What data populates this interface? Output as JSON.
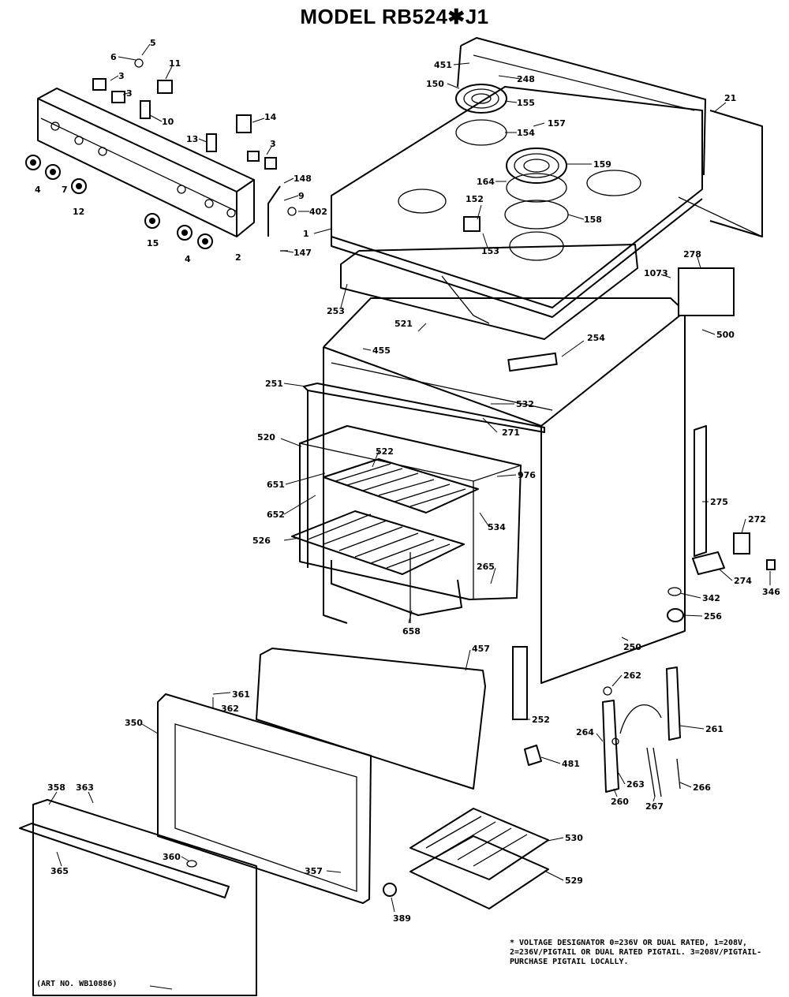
{
  "title": "MODEL RB524✱J1",
  "note": "* VOLTAGE DESIGNATOR 0=236V OR DUAL RATED, 1=208V, 2=236V/PIGTAIL OR DUAL RATED PIGTAIL. 3=208V/PIGTAIL-PURCHASE PIGTAIL LOCALLY.",
  "art_no": "(ART NO. WB10886)",
  "labels": {
    "l5": "5",
    "l6": "6",
    "l3a": "3",
    "l11": "11",
    "l3b": "3",
    "l10": "10",
    "l14": "14",
    "l13": "13",
    "l3c": "3",
    "l148": "148",
    "l9": "9",
    "l402": "402",
    "l4a": "4",
    "l7": "7",
    "l12": "12",
    "l15": "15",
    "l4b": "4",
    "l2": "2",
    "l147": "147",
    "l1": "1",
    "l451": "451",
    "l248": "248",
    "l150": "150",
    "l155": "155",
    "l154": "154",
    "l157": "157",
    "l159": "159",
    "l164": "164",
    "l152": "152",
    "l153": "153",
    "l158": "158",
    "l21": "21",
    "l253": "253",
    "l278": "278",
    "l1073": "1073",
    "l521": "521",
    "l455": "455",
    "l254": "254",
    "l500": "500",
    "l251": "251",
    "l532": "532",
    "l271": "271",
    "l520": "520",
    "l522": "522",
    "l976": "976",
    "l651": "651",
    "l652": "652",
    "l534": "534",
    "l526": "526",
    "l275": "275",
    "l272": "272",
    "l265": "265",
    "l274": "274",
    "l346": "346",
    "l342": "342",
    "l256": "256",
    "l658": "658",
    "l457": "457",
    "l250": "250",
    "l262": "262",
    "l361": "361",
    "l362": "362",
    "l350": "350",
    "l252": "252",
    "l261": "261",
    "l264": "264",
    "l481": "481",
    "l358": "358",
    "l363": "363",
    "l263": "263",
    "l260": "260",
    "l267": "267",
    "l266": "266",
    "l365": "365",
    "l360": "360",
    "l357": "357",
    "l530": "530",
    "l529": "529",
    "l389": "389"
  }
}
